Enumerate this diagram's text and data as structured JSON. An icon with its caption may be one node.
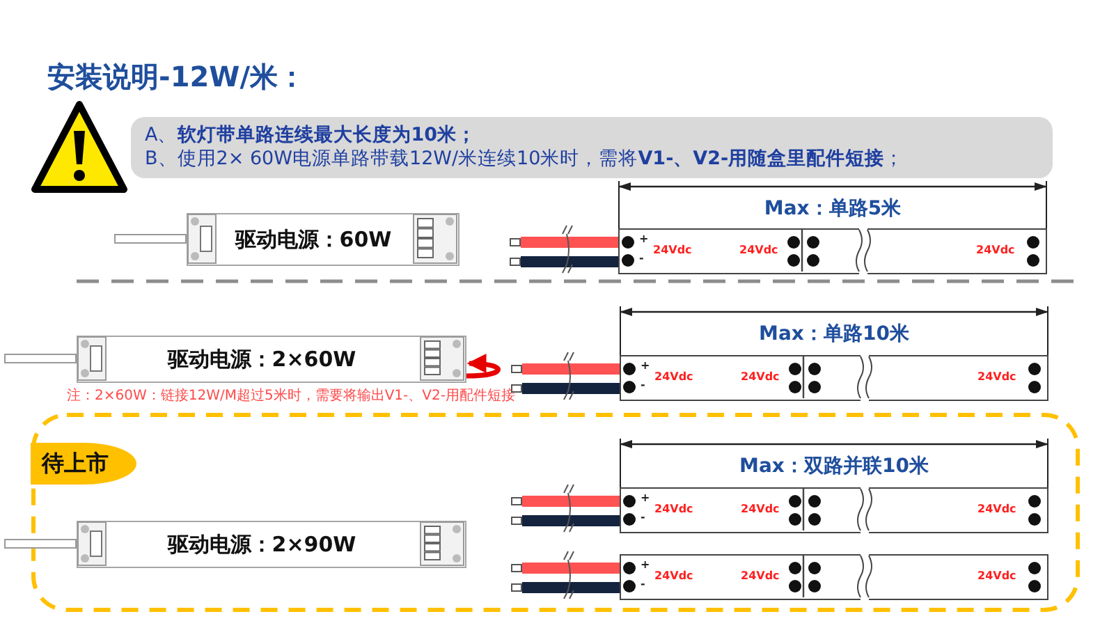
{
  "diagram": {
    "title": "安装说明-**12W/米**：",
    "nodes": [
      {
        "text": [
          "A、**软灯带单路连续最大长度为10米；**",
          "B、使用2× 60W电源单路带载12W/米连续10米时，需将**V1-、V2-用随盒里配件短接**；"
        ]
      },
      {
        "text": [
          "驱动电源：60W"
        ]
      },
      {
        "text": [
          "+",
          "-",
          "24Vdc",
          "24Vdc",
          "24Vdc"
        ]
      },
      {
        "text": [
          "驱动电源：**2**×60W"
        ],
        "beside": [
          "注：2×60W：链接12W/M超过5米时，需要将输出V1-、V2-用配件短接"
        ]
      },
      {
        "text": [
          "+",
          "-",
          "24Vdc",
          "24Vdc",
          "24Vdc"
        ]
      },
      {
        "text": [
          "待上市"
        ]
      },
      {
        "text": [
          "驱动电源：**2**×90W"
        ]
      },
      {
        "text": [
          "+",
          "-",
          "24Vdc",
          "24Vdc",
          "24Vdc"
        ]
      },
      {
        "text": [
          "+",
          "-",
          "24Vdc",
          "24Vdc",
          "24Vdc"
        ]
      }
    ],
    "edges": [
      {
        "from": 3,
        "to": 3,
        "arrow": "to"
      }
    ],
    "labels": [
      "Max：单路**5**米",
      "Max：单路**10**米",
      "Max：**双路并联**10米"
    ]
  }
}
